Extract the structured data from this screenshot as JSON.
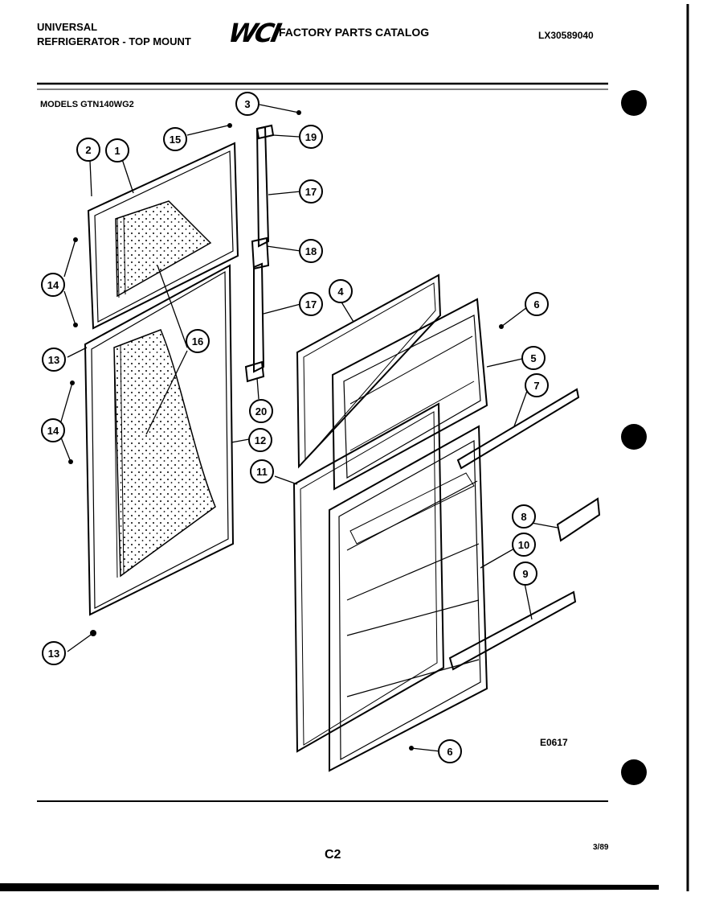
{
  "header": {
    "brand_line1": "UNIVERSAL",
    "brand_line2": "REFRIGERATOR - TOP MOUNT",
    "logo": "WCI",
    "catalog_title": "FACTORY PARTS CATALOG",
    "catalog_code": "LX30589040"
  },
  "models_label": "MODELS GTN140WG2",
  "drawing_id": "E0617",
  "page_code": "C2",
  "date": "3/89",
  "callouts": [
    "1",
    "2",
    "3",
    "4",
    "5",
    "6",
    "6",
    "7",
    "8",
    "9",
    "10",
    "11",
    "12",
    "13",
    "13",
    "14",
    "14",
    "15",
    "16",
    "17",
    "17",
    "18",
    "19",
    "20"
  ],
  "colors": {
    "ink": "#000000",
    "paper": "#ffffff"
  }
}
